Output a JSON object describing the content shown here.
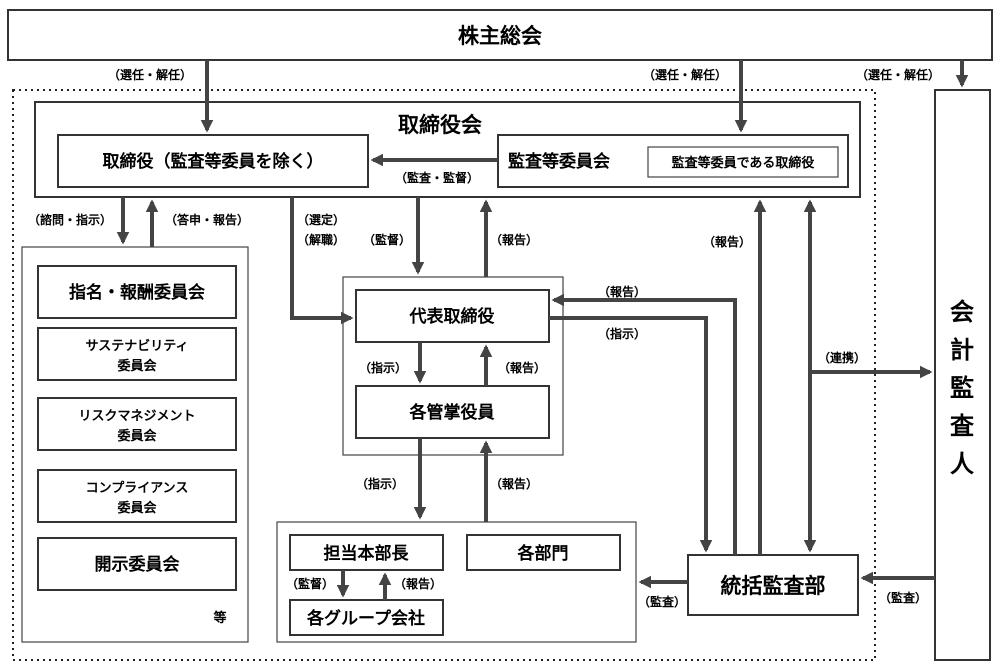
{
  "nodes": {
    "shareholders": "株主総会",
    "board": "取締役会",
    "directors_excl": "取締役（監査等委員を除く）",
    "audit_committee": "監査等委員会",
    "audit_director": "監査等委員である取締役",
    "nomination": "指名・報酬委員会",
    "sustainability_1": "サステナビリティ",
    "sustainability_2": "委員会",
    "risk_1": "リスクマネジメント",
    "risk_2": "委員会",
    "compliance_1": "コンプライアンス",
    "compliance_2": "委員会",
    "disclosure": "開示委員会",
    "etc": "等",
    "representative": "代表取締役",
    "executives": "各管掌役員",
    "hq_head": "担当本部長",
    "departments": "各部門",
    "group_companies": "各グループ会社",
    "internal_audit": "統括監査部",
    "external_auditor": [
      "会",
      "計",
      "監",
      "査",
      "人"
    ]
  },
  "labels": {
    "elect1": "（選任・解任）",
    "elect2": "（選任・解任）",
    "elect3": "（選任・解任）",
    "audit_supervise": "（監査・監督）",
    "consult": "（諮問・指示）",
    "report_answer": "（答申・報告）",
    "select": "（選定）",
    "dismiss": "（解職）",
    "supervise": "（監督）",
    "report_board": "（報告）",
    "report_ia_board": "（報告）",
    "report_ia_rep": "（報告）",
    "instruct_ia": "（指示）",
    "coop": "（連携）",
    "instruct_exec": "（指示）",
    "report_exec": "（報告）",
    "instruct_low": "（指示）",
    "report_low": "（報告）",
    "audit_hq": "（監督）",
    "report_hq": "（報告）",
    "audit_ia": "（監査）",
    "audit_ext": "（監査）"
  }
}
